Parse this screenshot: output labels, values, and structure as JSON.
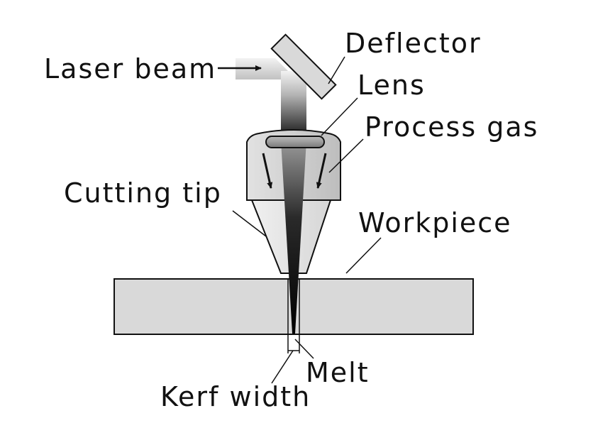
{
  "labels": {
    "laser_beam": "Laser beam",
    "deflector": "Deflector",
    "lens": "Lens",
    "process_gas": "Process gas",
    "cutting_tip": "Cutting tip",
    "workpiece": "Workpiece",
    "melt": "Melt",
    "kerf_width": "Kerf width"
  },
  "colors": {
    "outline": "#111111",
    "workpiece_fill": "#d9d9d9",
    "nozzle_fill": "#d4d4d4",
    "deflector_fill": "#d9d9d9",
    "beam_top": "#f2f2f2",
    "beam_bottom": "#111111"
  }
}
